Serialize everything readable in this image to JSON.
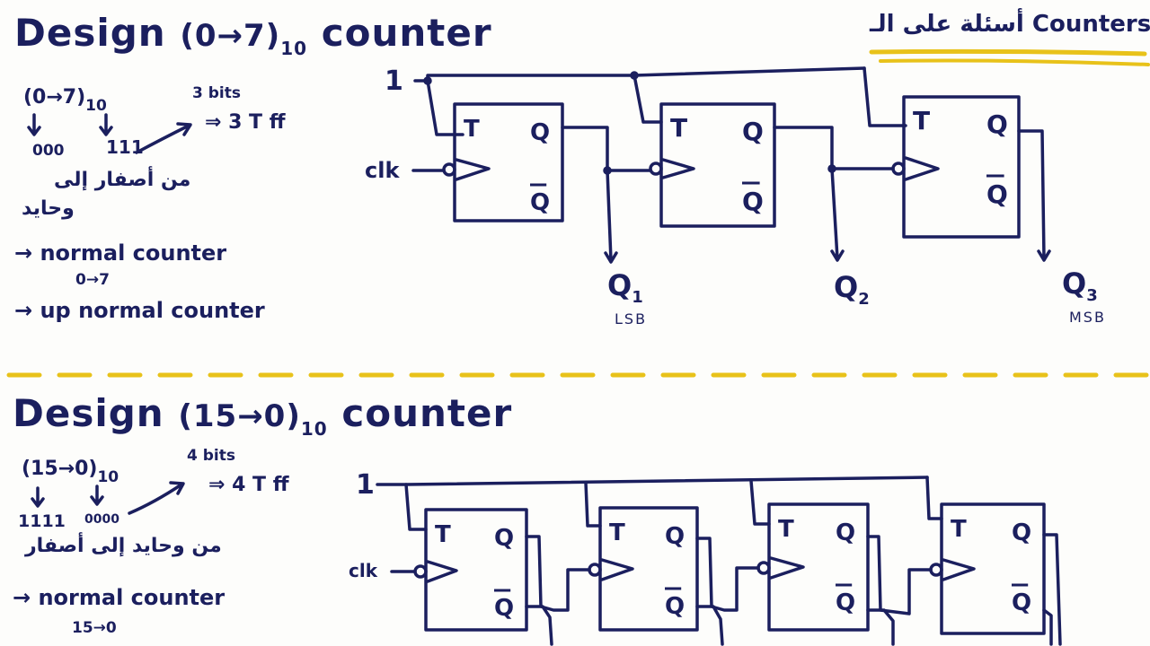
{
  "header_tag": "أسئلة على الـ Counters",
  "section1": {
    "title_prefix": "Design",
    "title_range": "(0→7)",
    "title_base": "10",
    "title_suffix": "counter",
    "range": "(0→7)",
    "range_base": "10",
    "low_bits": "000",
    "high_bits": "111",
    "bit_count": "3 bits",
    "ff_count": "⇒ 3 T ff",
    "arabic_note_1": "من أصفار إلى",
    "arabic_note_2": "وحايد",
    "note_1": "→ normal counter",
    "note_1_range": "0→7",
    "note_2": "→ up normal counter",
    "input_one": "1",
    "clock": "clk",
    "ff_t": "T",
    "ff_q": "Q",
    "ff_qbar": "Q",
    "outputs": [
      {
        "label": "Q",
        "sub": "1",
        "note": "LSB"
      },
      {
        "label": "Q",
        "sub": "2",
        "note": ""
      },
      {
        "label": "Q",
        "sub": "3",
        "note": "MSB"
      }
    ]
  },
  "section2": {
    "title_prefix": "Design",
    "title_range": "(15→0)",
    "title_base": "10",
    "title_suffix": "counter",
    "range": "(15→0)",
    "range_base": "10",
    "high_bits": "1111",
    "low_bits": "0000",
    "bit_count": "4 bits",
    "ff_count": "⇒ 4 T ff",
    "arabic_note_1": "من وحايد إلى أصفار",
    "note_1": "→ normal counter",
    "note_1_range": "15→0",
    "input_one": "1",
    "clock": "clk",
    "ff_t": "T",
    "ff_q": "Q",
    "ff_qbar": "Q"
  },
  "colors": {
    "ink": "#1b1f5e",
    "highlight": "#e8c21a",
    "paper": "#fdfdfb"
  }
}
